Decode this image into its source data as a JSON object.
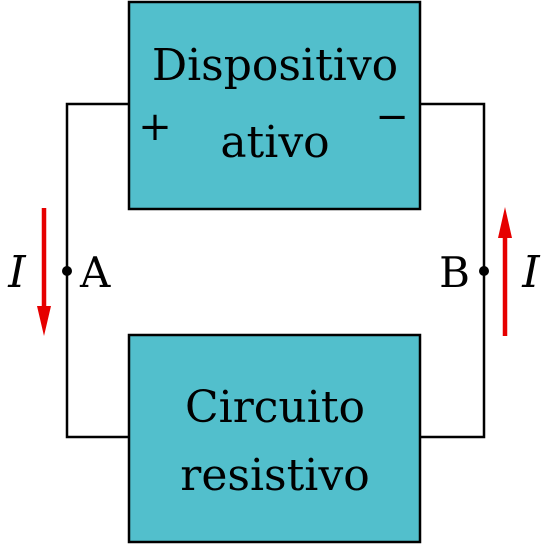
{
  "top_box": {
    "line1": "Dispositivo",
    "line2": "ativo"
  },
  "bottom_box": {
    "line1": "Circuito",
    "line2": "resistivo"
  },
  "plus_sign": "+",
  "minus_sign": "−",
  "node_a": "A",
  "node_b": "B",
  "current_left": "I",
  "current_right": "I",
  "colors": {
    "box_fill": "#52bfcc",
    "arrow": "#e60000",
    "wire": "#000000"
  }
}
